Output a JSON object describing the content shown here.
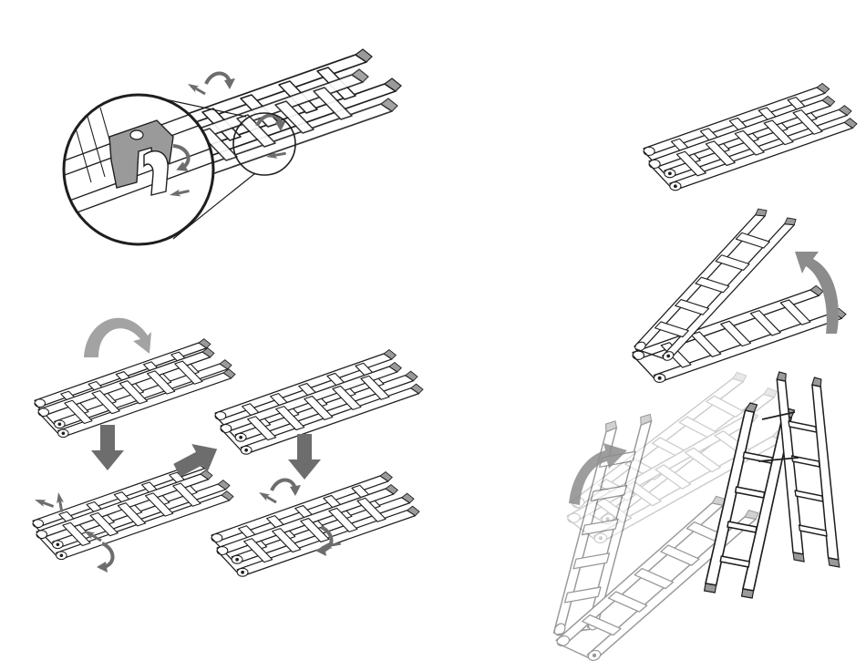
{
  "figure": {
    "panels": [
      {
        "id": "lock-hinge-detail",
        "icon": "ladder-hinge-zoom-icon"
      },
      {
        "id": "fold-sequence",
        "icon": "ladder-fold-steps-icon"
      },
      {
        "id": "open-stepladder",
        "icon": "ladder-unfold-icon"
      }
    ]
  },
  "colors": {
    "outline": "#1e1e1e",
    "arrow": "#6d6d6d",
    "foot_cap": "#9a9a9a",
    "background": "#ffffff"
  }
}
